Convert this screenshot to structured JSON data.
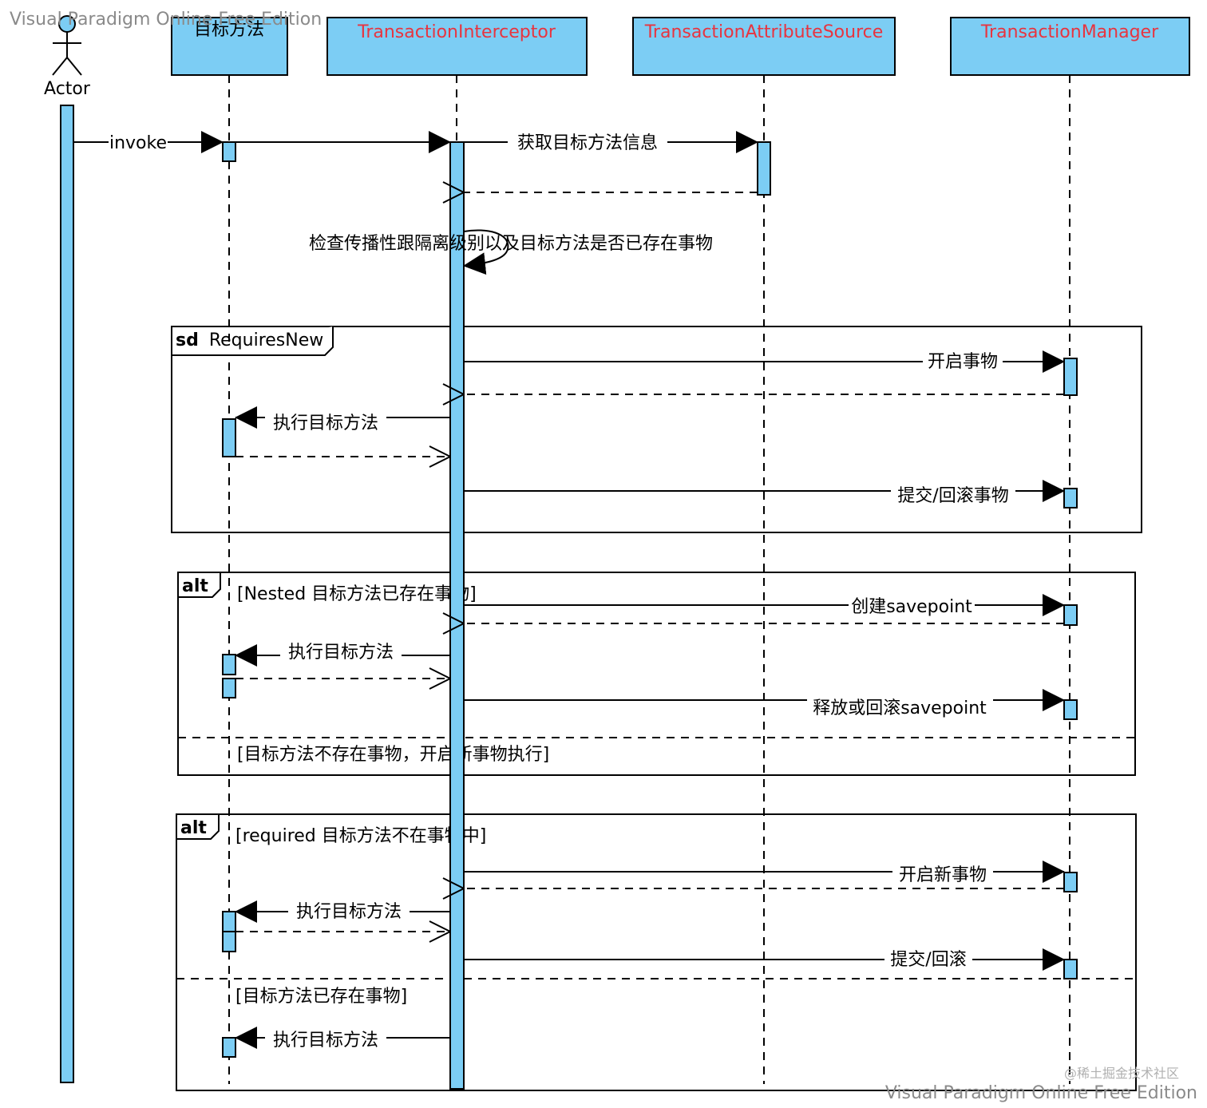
{
  "watermark_top": "Visual Paradigm Online Free Edition",
  "watermark_bottom": "Visual Paradigm Online Free Edition",
  "watermark_site": "@稀土掘金技术社区",
  "actor": {
    "label": "Actor"
  },
  "participants": [
    {
      "label": "目标方法"
    },
    {
      "label": "TransactionInterceptor"
    },
    {
      "label": "TransactionAttributeSource"
    },
    {
      "label": "TransactionManager"
    }
  ],
  "colors": {
    "box_fill": "#7ccdf4",
    "header_text": "#e8343f",
    "line": "#000000"
  },
  "messages": {
    "invoke": "invoke",
    "get_info": "获取目标方法信息",
    "check": "检查传播性跟隔离级别以及目标方法是否已存在事物",
    "start_tx": "开启事物",
    "exec_1": "执行目标方法",
    "commit_1": "提交/回滚事物",
    "create_sp": "创建savepoint",
    "exec_2": "执行目标方法",
    "release_sp": "释放或回滚savepoint",
    "start_new": "开启新事物",
    "exec_3": "执行目标方法",
    "commit_2": "提交/回滚",
    "exec_4": "执行目标方法"
  },
  "frames": {
    "sd": {
      "keyword": "sd",
      "name": "RequiresNew"
    },
    "alt1": {
      "keyword": "alt",
      "guard1": "[Nested 目标方法已存在事物]",
      "guard2": "[目标方法不存在事物，开启新事物执行]"
    },
    "alt2": {
      "keyword": "alt",
      "guard1": "[required 目标方法不在事物中]",
      "guard2": "[目标方法已存在事物]"
    }
  }
}
